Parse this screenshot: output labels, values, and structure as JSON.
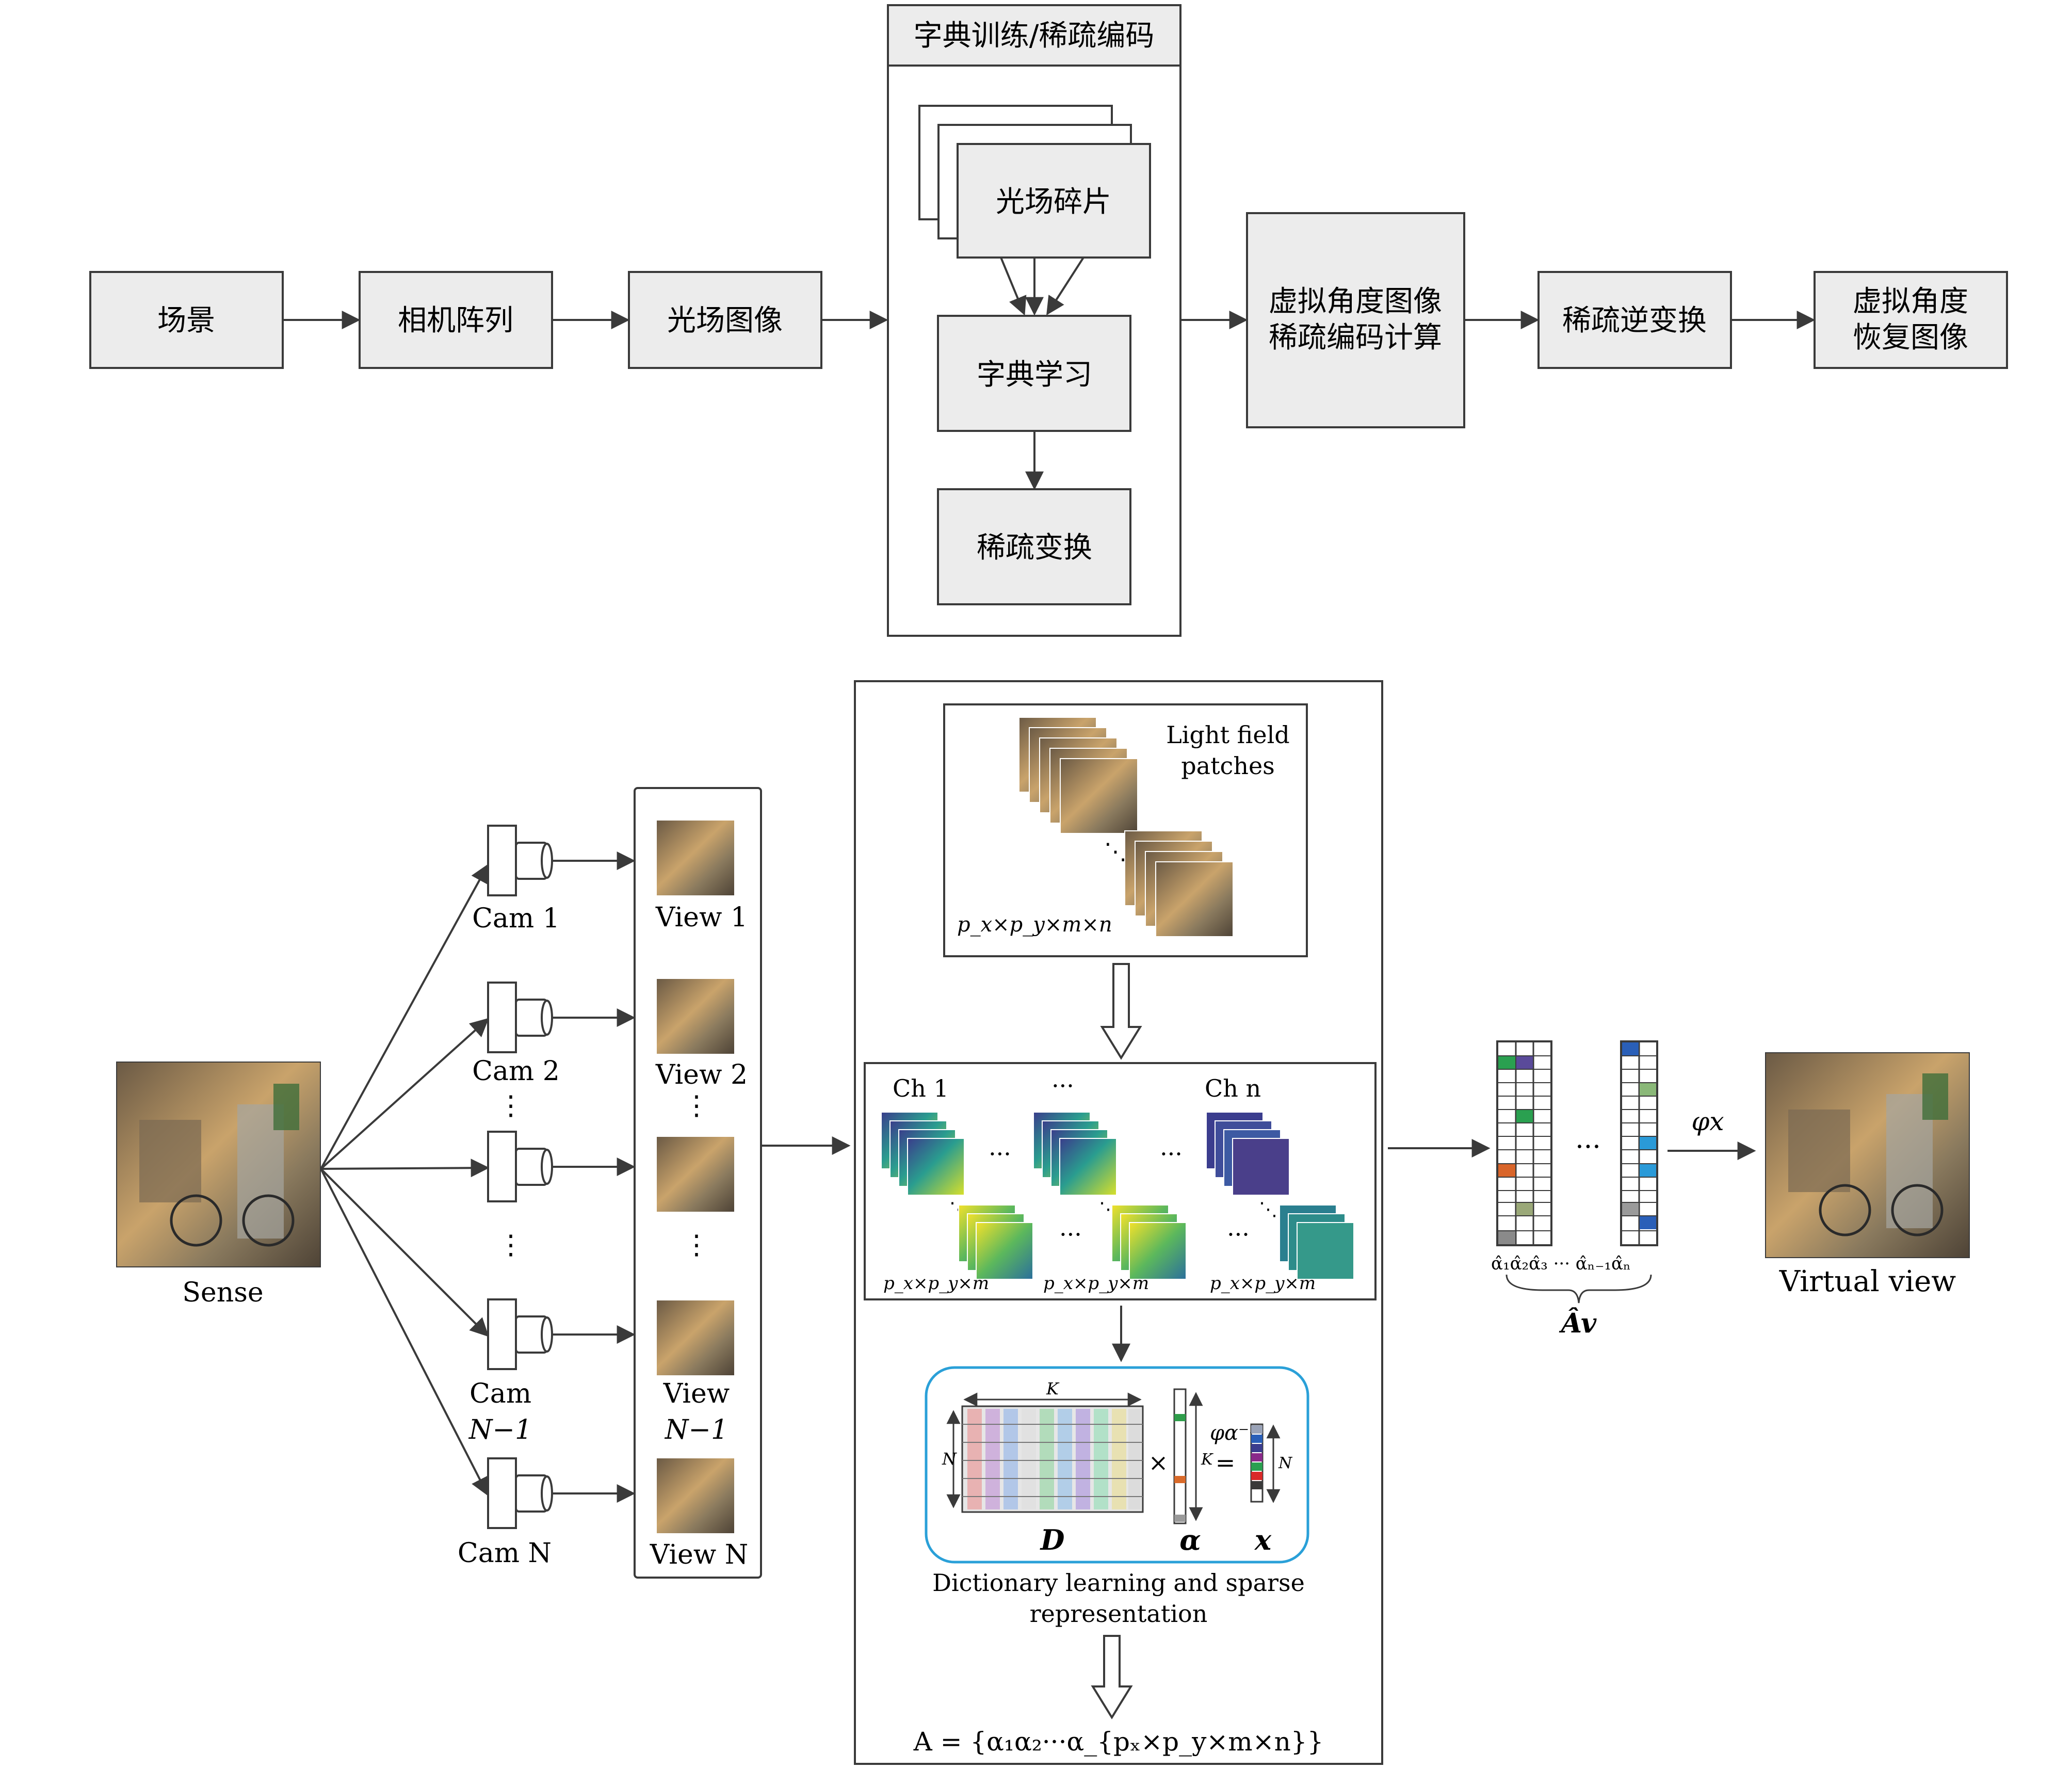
{
  "top_flow": {
    "scene": "场景",
    "camera_array": "相机阵列",
    "lightfield_image": "光场图像",
    "dict_group_title": "字典训练/稀疏编码",
    "lightfield_patches": "光场碎片",
    "dictionary_learning": "字典学习",
    "sparse_transform": "稀疏变换",
    "virtual_coding_line1": "虚拟角度图像",
    "virtual_coding_line2": "稀疏编码计算",
    "inverse_transform": "稀疏逆变换",
    "recover_line1": "虚拟角度",
    "recover_line2": "恢复图像"
  },
  "bottom_flow": {
    "sense_label": "Sense",
    "cams": [
      "Cam 1",
      "Cam 2",
      "Cam",
      "Cam N"
    ],
    "cam_n1_sub": "N−1",
    "views": [
      "View 1",
      "View 2",
      "View",
      "View N"
    ],
    "view_n1_sub": "N−1",
    "lf_patches_line1": "Light field",
    "lf_patches_line2": "patches",
    "lf_dims": "p_x×p_y×m×n",
    "ch_first": "Ch 1",
    "ch_dots": "···",
    "ch_last": "Ch n",
    "ch_dims": "p_x×p_y×m",
    "dict_K": "K",
    "dict_N": "N",
    "phi_inv": "φα⁻¹",
    "D_label": "D",
    "alpha_label": "α",
    "x_label": "x",
    "dict_caption_line1": "Dictionary learning and sparse",
    "dict_caption_line2": "representation",
    "A_formula": "A = {α₁α₂···α_{pₓ×p_y×m×n}}",
    "coeff_labels": "α̂₁α̂₂α̂₃  ···  α̂ₙ₋₁α̂ₙ",
    "A_v_label": "Âv",
    "phi_x": "φx",
    "virtual_view": "Virtual view"
  },
  "colors": {
    "box_fill": "#ececec",
    "stroke": "#3a3a3a",
    "accent_blue": "#2aa0d8"
  }
}
